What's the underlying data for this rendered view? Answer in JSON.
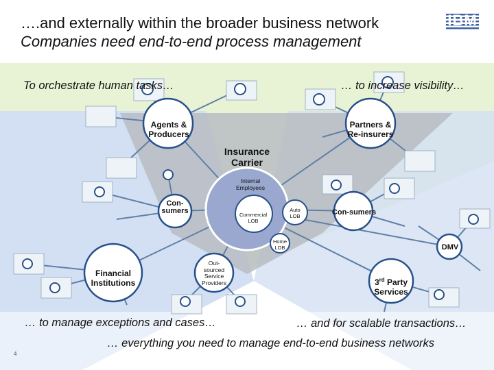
{
  "slide": {
    "title_line1": "….and externally within the broader business network",
    "title_line2": "Companies need end-to-end process management",
    "logo_text": "IBM",
    "page_number": "4"
  },
  "captions": {
    "top_left": "To orchestrate human tasks…",
    "top_right": "… to increase visibility…",
    "bottom_left": "… to manage exceptions and cases…",
    "bottom_right": "… and for scalable transactions…",
    "bottom_center": "… everything you need to manage end-to-end business networks"
  },
  "nodes": {
    "agents": "Agents &\nProducers",
    "partners": "Partners &\nRe-insurers",
    "carrier": "Insurance\nCarrier",
    "internal": "Internal\nEmployees",
    "consumers_left": "Con-\nsumers",
    "consumers_right": "Con-sumers",
    "commercial": "Commercial\nLOB",
    "auto": "Auto\nLOB",
    "home": "Home\nLOB",
    "dmv": "DMV",
    "financial": "Financial\nInstitutions",
    "outsourced": "Out-\nsourced\nService\nProviders",
    "third_party_prefix": "3",
    "third_party_sup": "rd",
    "third_party_suffix": " Party",
    "third_party_line2": "Services"
  },
  "colors": {
    "green_band": "#e7f3d4",
    "blue_band": "#d3e0f3",
    "gray_band": "#b8bcc2",
    "hub_fill": "#9aa8cf",
    "line_blue": "#5f7fa8",
    "node_ring": "#27508a"
  }
}
